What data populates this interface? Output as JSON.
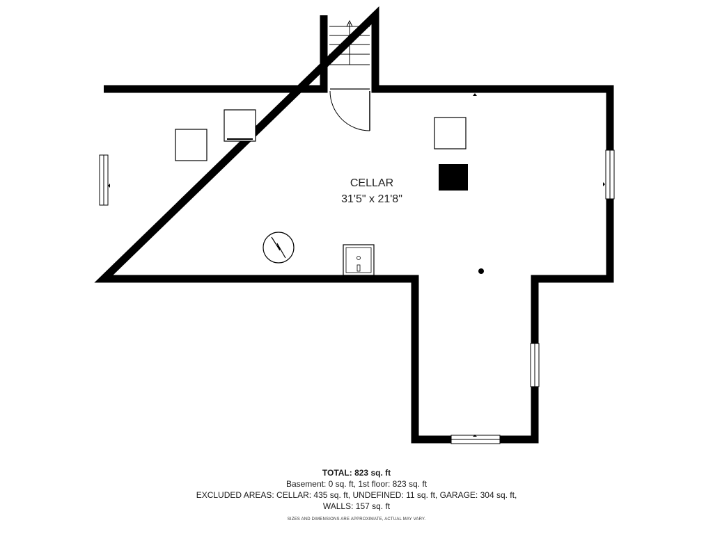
{
  "room": {
    "name": "CELLAR",
    "dimensions": "31'5\" x 21'8\""
  },
  "summary": {
    "total": "TOTAL: 823 sq. ft",
    "floors": "Basement: 0 sq. ft, 1st floor: 823 sq. ft",
    "excluded": "EXCLUDED AREAS: CELLAR: 435 sq. ft, UNDEFINED: 11 sq. ft, GARAGE: 304 sq. ft,",
    "walls": "WALLS: 157 sq. ft",
    "disclaimer": "SIZES AND DIMENSIONS ARE APPROXIMATE, ACTUAL MAY VARY."
  },
  "icons": [
    "staircase-icon",
    "door-swing-icon",
    "window-icon",
    "appliance-icon",
    "chimney-icon",
    "electrical-panel-icon",
    "sink-icon",
    "drain-icon"
  ]
}
